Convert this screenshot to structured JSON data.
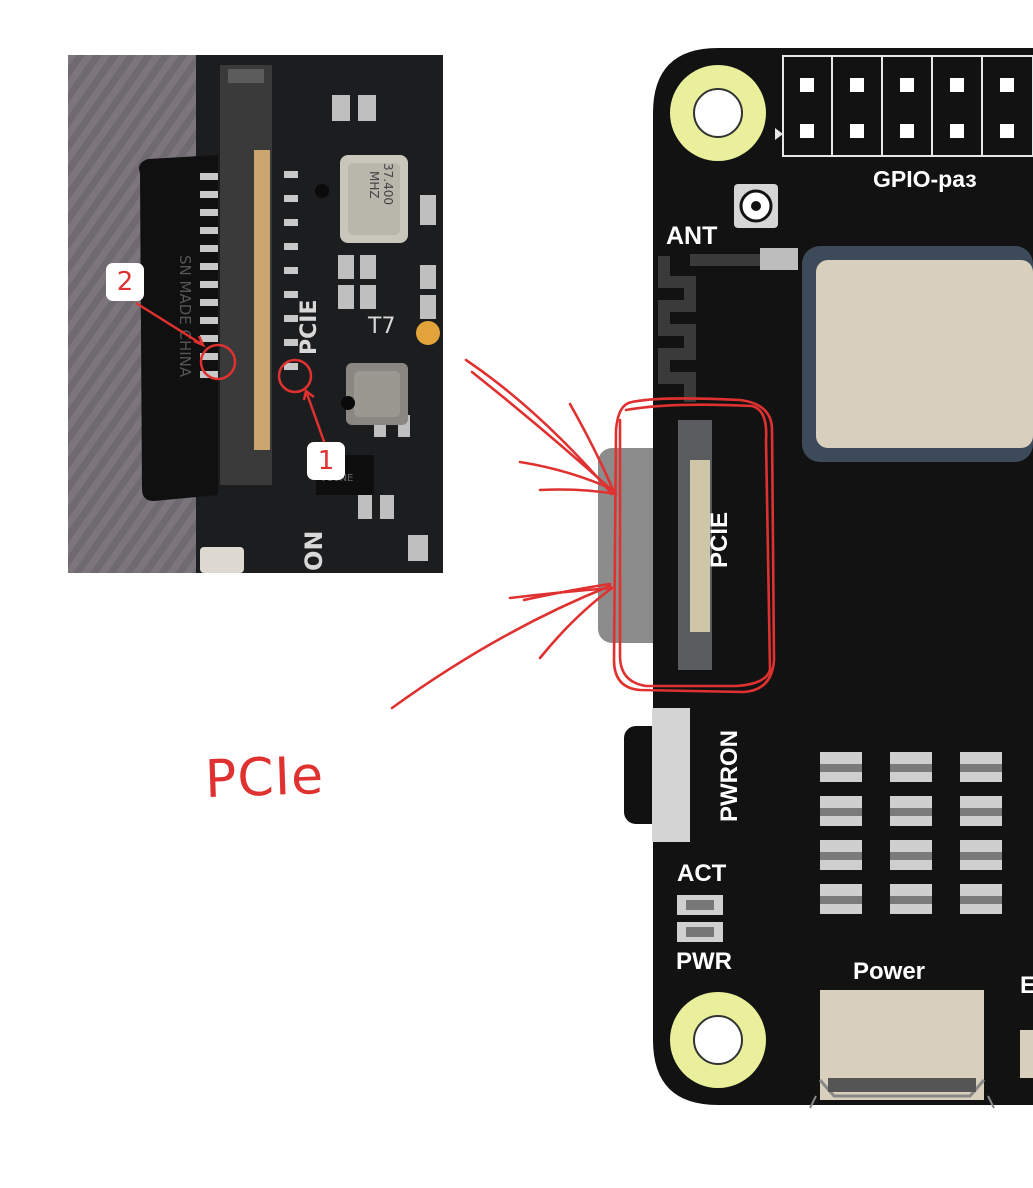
{
  "photo": {
    "crystal_line1": "37.400",
    "crystal_line2": "MHZ",
    "silk_pcie": "PCIE",
    "silk_t7": "T7",
    "silk_on": "ON",
    "silk_chip": "V80NE",
    "flex_text": "SN MADE CHINA"
  },
  "board": {
    "ant_label": "ANT",
    "gpio_label": "GPIO-раз",
    "pcie_label": "PCIE",
    "pwron_label": "PWRON",
    "act_label": "ACT",
    "pwr_label": "PWR",
    "power_label": "Power",
    "edge_label": "E"
  },
  "annotations": {
    "text": "PCIe",
    "marker_1": "1",
    "marker_2": "2",
    "color": "#e03131"
  },
  "colors": {
    "pcb": "#121212",
    "mounting_ring": "#e9ef9b",
    "module": "#d8d0bd",
    "connector": "#cfc5a8"
  }
}
